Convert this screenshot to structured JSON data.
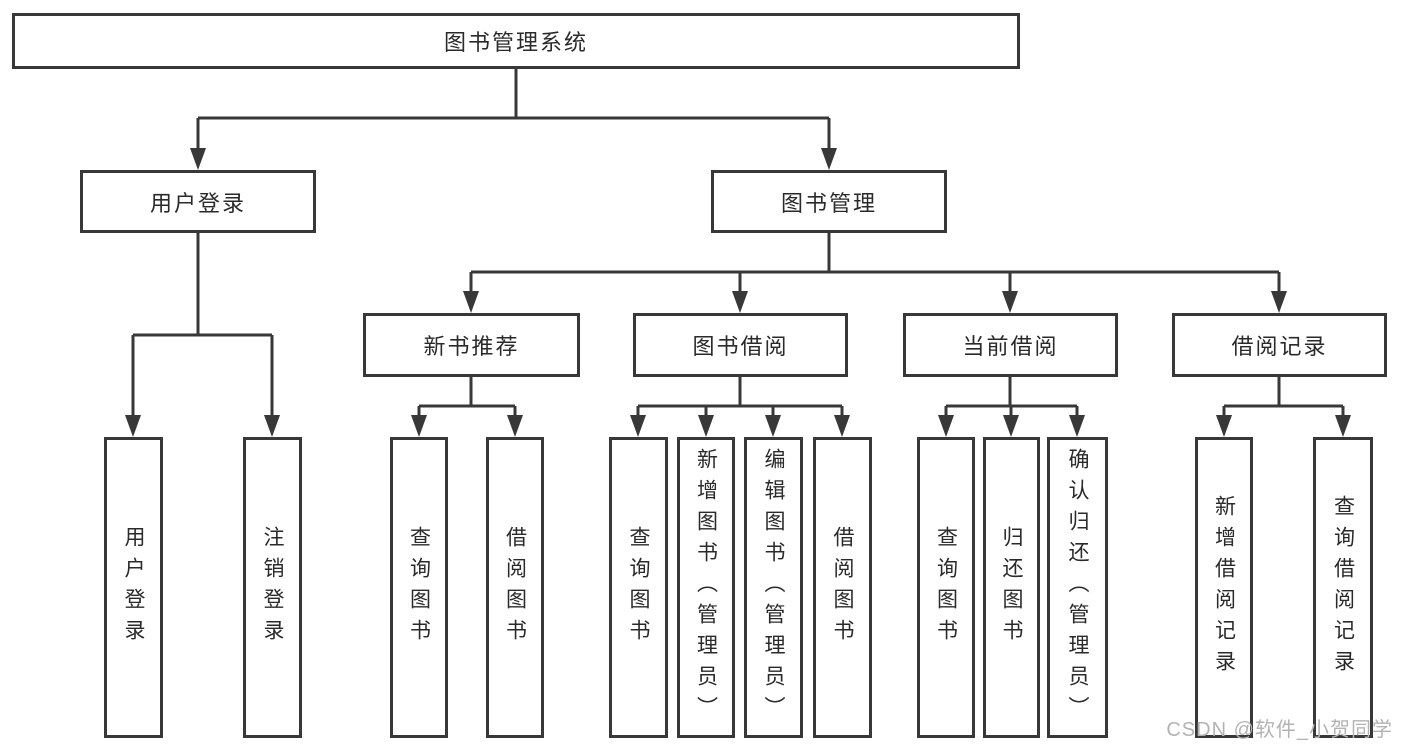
{
  "tree": {
    "label": "图书管理系统",
    "children": [
      {
        "label": "用户登录",
        "children": [
          {
            "label": "用户登录"
          },
          {
            "label": "注销登录"
          }
        ]
      },
      {
        "label": "图书管理",
        "children": [
          {
            "label": "新书推荐",
            "children": [
              {
                "label": "查询图书"
              },
              {
                "label": "借阅图书"
              }
            ]
          },
          {
            "label": "图书借阅",
            "children": [
              {
                "label": "查询图书"
              },
              {
                "label": "新增图书（管理员）"
              },
              {
                "label": "编辑图书（管理员）"
              },
              {
                "label": "借阅图书"
              }
            ]
          },
          {
            "label": "当前借阅",
            "children": [
              {
                "label": "查询图书"
              },
              {
                "label": "归还图书"
              },
              {
                "label": "确认归还（管理员）"
              }
            ]
          },
          {
            "label": "借阅记录",
            "children": [
              {
                "label": "新增借阅记录"
              },
              {
                "label": "查询借阅记录"
              }
            ]
          }
        ]
      }
    ]
  },
  "watermark": {
    "text": "CSDN @软件_小贺同学"
  },
  "colors": {
    "line": "#383838",
    "text": "#2a2a2a",
    "watermark": "#b3b3b3",
    "bg": "#ffffff"
  }
}
